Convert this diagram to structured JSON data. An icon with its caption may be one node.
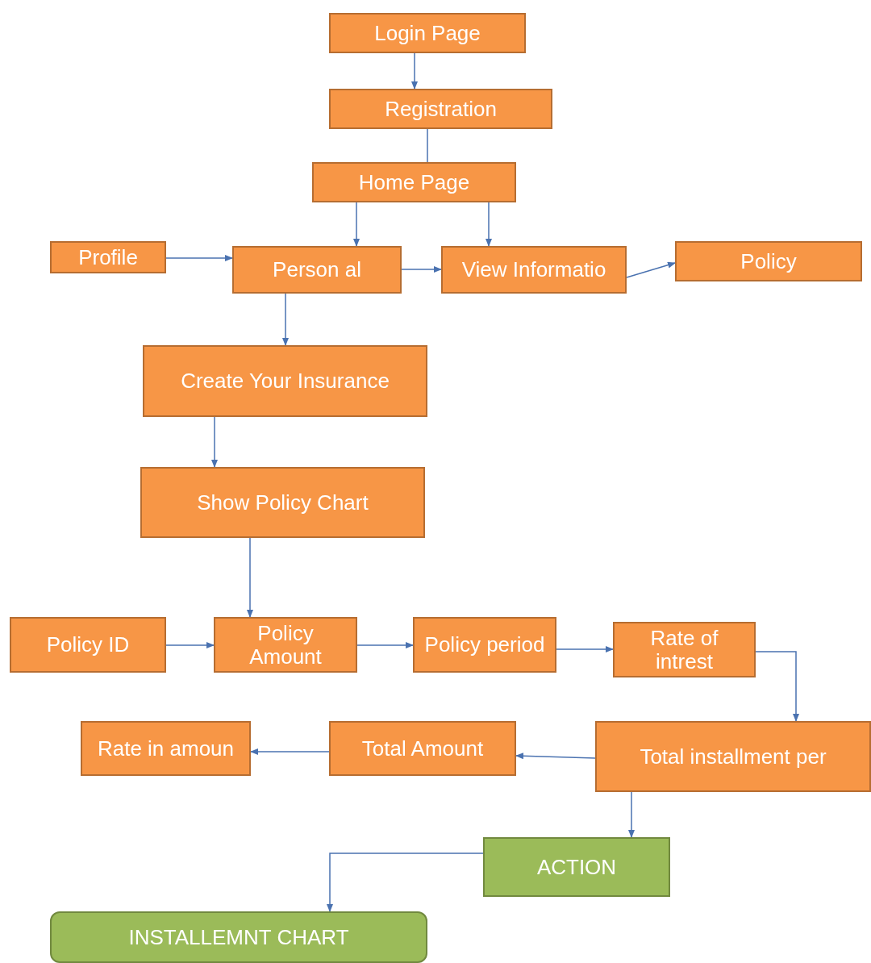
{
  "diagram": {
    "nodes": [
      {
        "text": [
          "Login Page"
        ]
      },
      {
        "text": [
          "Registration"
        ]
      },
      {
        "text": [
          "Home Page"
        ]
      },
      {
        "text": [
          "Profile"
        ]
      },
      {
        "text": [
          "Person al"
        ]
      },
      {
        "text": [
          "View Informatio"
        ]
      },
      {
        "text": [
          "Policy"
        ]
      },
      {
        "text": [
          "Create Your Insurance"
        ]
      },
      {
        "text": [
          "Show Policy Chart"
        ]
      },
      {
        "text": [
          "Policy ID"
        ]
      },
      {
        "text": [
          "Policy Amount"
        ]
      },
      {
        "text": [
          "Policy period"
        ]
      },
      {
        "text": [
          "Rate of intrest"
        ]
      },
      {
        "text": [
          "Rate in amoun"
        ]
      },
      {
        "text": [
          "Total Amount"
        ]
      },
      {
        "text": [
          "Total installment per"
        ]
      },
      {
        "text": [
          "ACTION"
        ]
      },
      {
        "text": [
          "INSTALLEMNT CHART"
        ]
      }
    ],
    "edges": [
      {
        "from": 0,
        "to": 1,
        "arrow": "to"
      },
      {
        "from": 1,
        "to": 2,
        "arrow": "none"
      },
      {
        "from": 2,
        "to": 4,
        "arrow": "to"
      },
      {
        "from": 2,
        "to": 5,
        "arrow": "to"
      },
      {
        "from": 3,
        "to": 4,
        "arrow": "to"
      },
      {
        "from": 4,
        "to": 5,
        "arrow": "to"
      },
      {
        "from": 5,
        "to": 6,
        "arrow": "to"
      },
      {
        "from": 4,
        "to": 7,
        "arrow": "to"
      },
      {
        "from": 7,
        "to": 8,
        "arrow": "to"
      },
      {
        "from": 8,
        "to": 10,
        "arrow": "to"
      },
      {
        "from": 9,
        "to": 10,
        "arrow": "to"
      },
      {
        "from": 10,
        "to": 11,
        "arrow": "to"
      },
      {
        "from": 11,
        "to": 12,
        "arrow": "to"
      },
      {
        "from": 12,
        "to": 15,
        "arrow": "to"
      },
      {
        "from": 15,
        "to": 14,
        "arrow": "to"
      },
      {
        "from": 14,
        "to": 13,
        "arrow": "to"
      },
      {
        "from": 15,
        "to": 16,
        "arrow": "to"
      },
      {
        "from": 16,
        "to": 17,
        "arrow": "to"
      }
    ]
  }
}
